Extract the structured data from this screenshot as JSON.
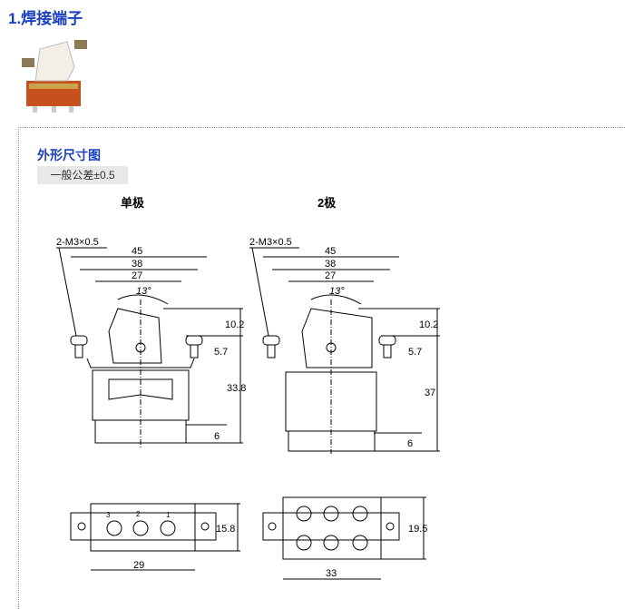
{
  "title": "1.焊接端子",
  "section": {
    "subtitle": "外形尺寸图",
    "tolerance": "一般公差±0.5"
  },
  "single": {
    "label": "单极",
    "screw": "2-M3×0.5",
    "w45": "45",
    "w38": "38",
    "w27": "27",
    "angle": "13°",
    "h102": "10.2",
    "h57": "5.7",
    "h338": "33.8",
    "h6": "6",
    "bottom_h": "15.8",
    "bottom_w": "29",
    "pins": [
      "3",
      "2",
      "1"
    ]
  },
  "double": {
    "label": "2极",
    "screw": "2-M3×0.5",
    "w45": "45",
    "w38": "38",
    "w27": "27",
    "angle": "13°",
    "h102": "10.2",
    "h57": "5.7",
    "h37": "37",
    "h6": "6",
    "bottom_h": "19.5",
    "bottom_w": "33"
  }
}
